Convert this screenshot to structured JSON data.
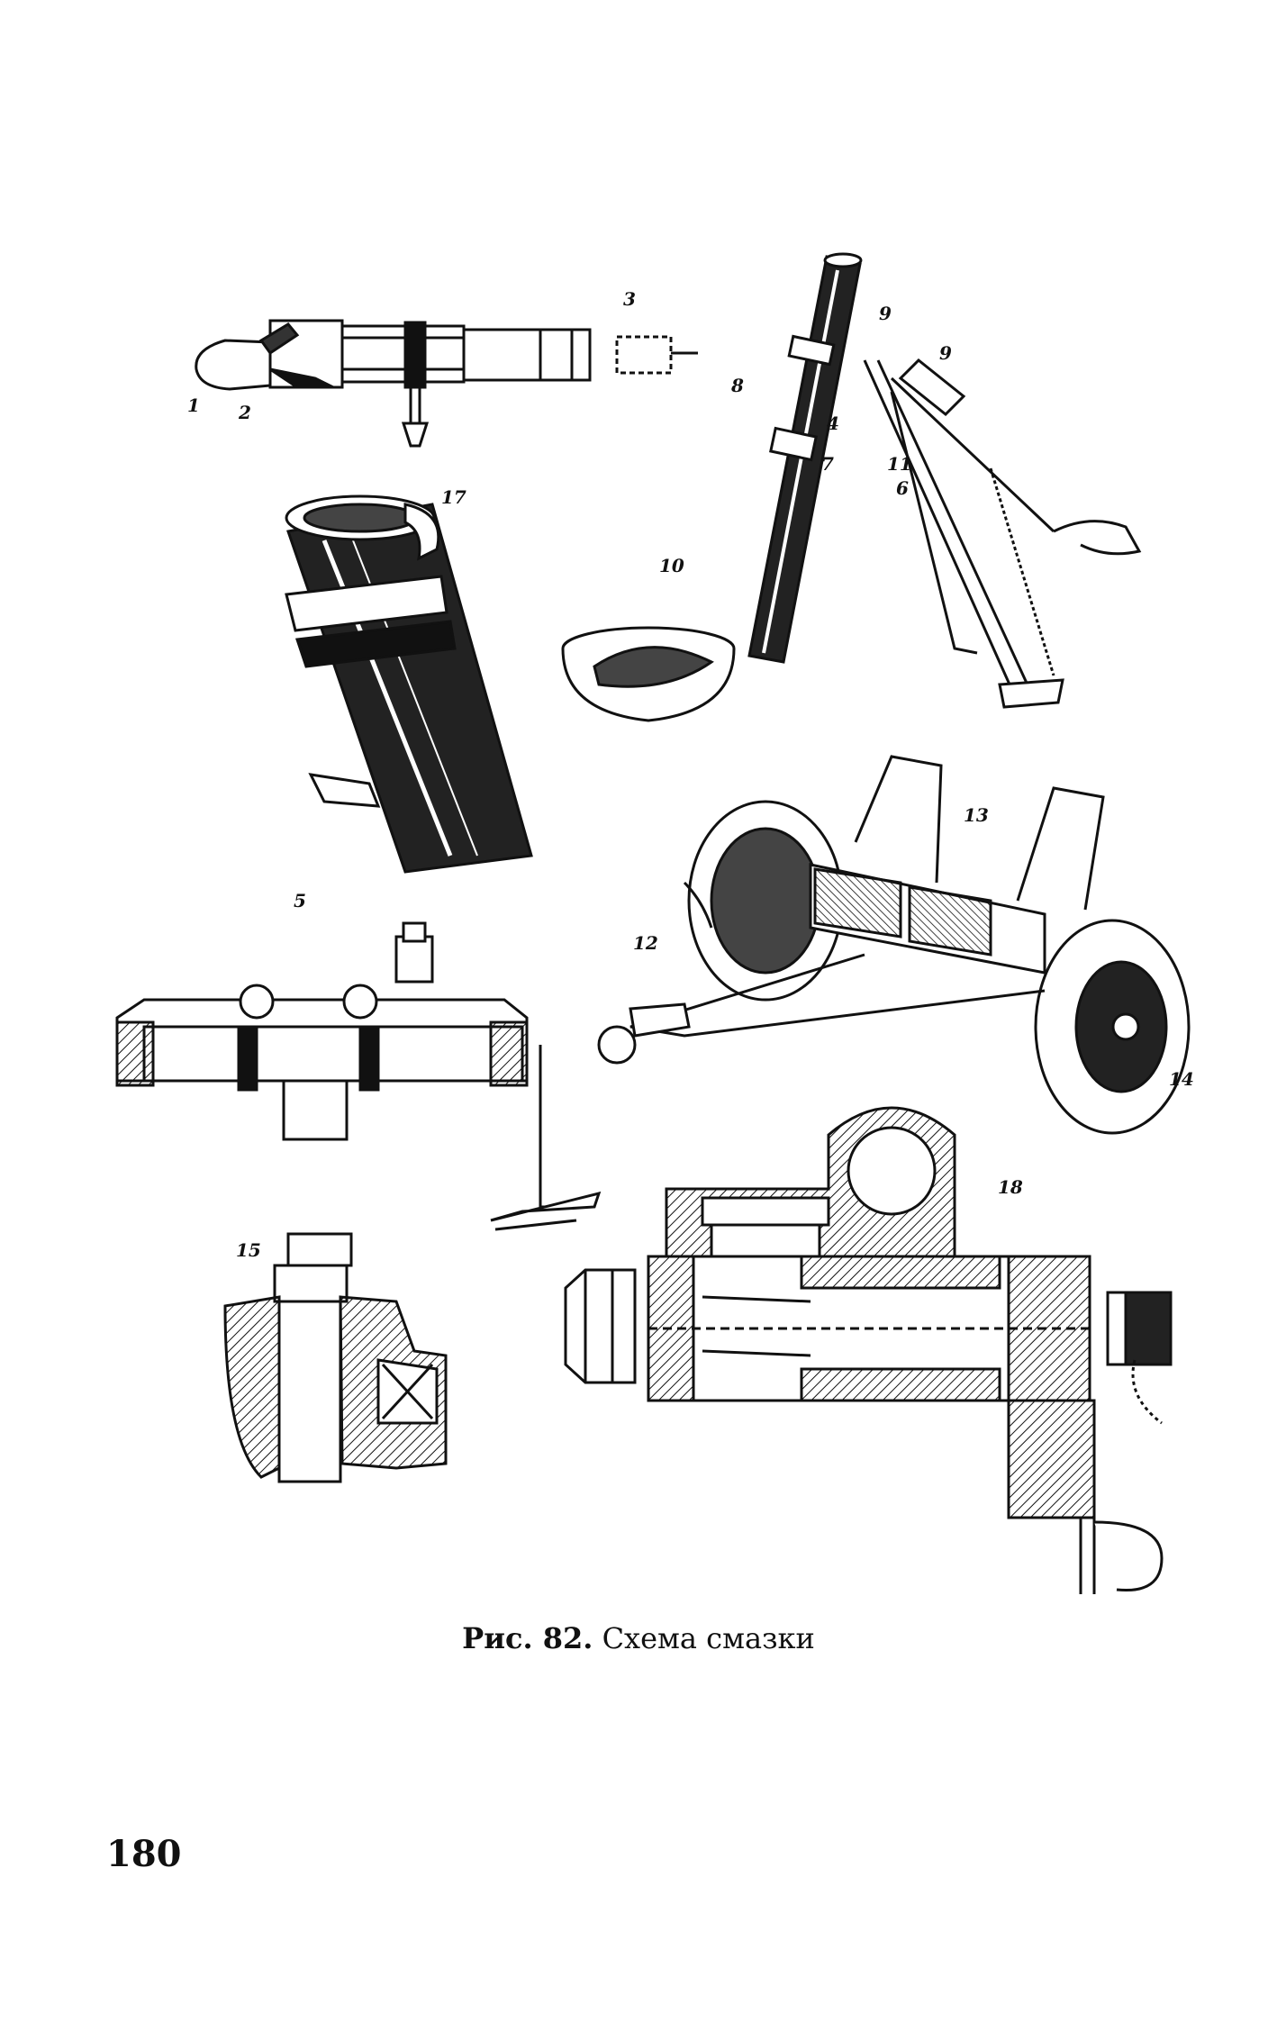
{
  "figure": {
    "caption_prefix": "Рис. 82.",
    "caption_text": "Схема смазки"
  },
  "page_number": "180",
  "callouts": [
    "1",
    "2",
    "3",
    "9",
    "9",
    "8",
    "4",
    "7",
    "11",
    "6",
    "17",
    "10",
    "13",
    "12",
    "14",
    "5",
    "18",
    "15"
  ]
}
